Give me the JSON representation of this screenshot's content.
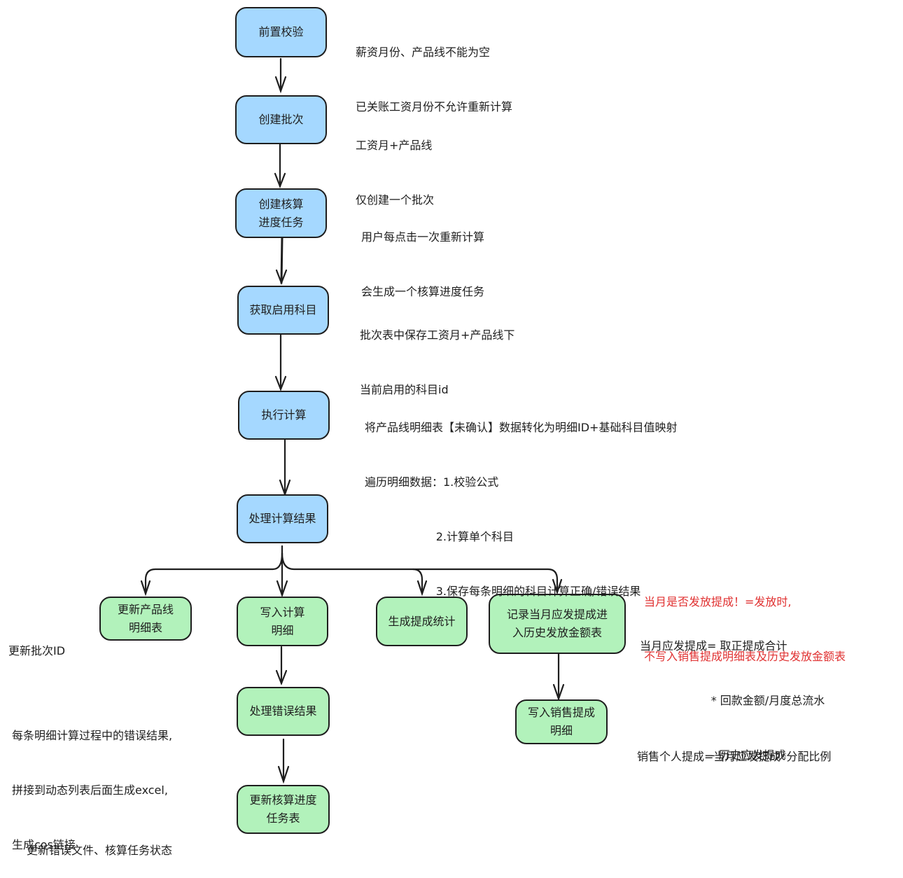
{
  "colors": {
    "main_step_fill": "#a5d8ff",
    "output_step_fill": "#b2f2bb",
    "stroke": "#1e1e1e",
    "warning_text": "#e03131"
  },
  "nodes": {
    "precheck": "前置校验",
    "create_batch": "创建批次",
    "create_task": "创建核算\n进度任务",
    "get_subjects": "获取启用科目",
    "execute_calc": "执行计算",
    "process_results": "处理计算结果",
    "update_detail": "更新产品线\n明细表",
    "write_calc_detail": "写入计算\n明细",
    "gen_commission_stats": "生成提成统计",
    "record_commission": "记录当月应发提成进\n入历史发放金额表",
    "process_errors": "处理错误结果",
    "write_sales_detail": "写入销售提成\n明细",
    "update_task_table": "更新核算进度\n任务表"
  },
  "notes": {
    "precheck": [
      "薪资月份、产品线不能为空",
      "已关账工资月份不允许重新计算"
    ],
    "create_batch": [
      "工资月+产品线",
      "仅创建一个批次"
    ],
    "create_task": [
      "用户每点击一次重新计算",
      "会生成一个核算进度任务"
    ],
    "get_subjects": [
      "批次表中保存工资月+产品线下",
      "当前启用的科目id"
    ],
    "execute_calc": [
      "将产品线明细表【未确认】数据转化为明细ID+基础科目值映射",
      "遍历明细数据：1.校验公式",
      "                    2.计算单个科目",
      "                    3.保存每条明细的科目计算正确/错误结果"
    ],
    "warning": [
      "当月是否发放提成！=发放时,",
      "不写入销售提成明细表及历史发放金额表"
    ],
    "update_detail": [
      "更新批次ID"
    ],
    "commission_formula": [
      "当月应发提成= 取正提成合计",
      "                    * 回款金额/月度总流水",
      "                    - 历史应发提成"
    ],
    "process_errors": [
      "每条明细计算过程中的错误结果,",
      "拼接到动态列表后面生成excel,",
      "生成cos链接"
    ],
    "sales_detail": [
      "销售个人提成=当月应发提成*分配比例"
    ],
    "update_task": [
      "更新错误文件、核算任务状态"
    ]
  }
}
